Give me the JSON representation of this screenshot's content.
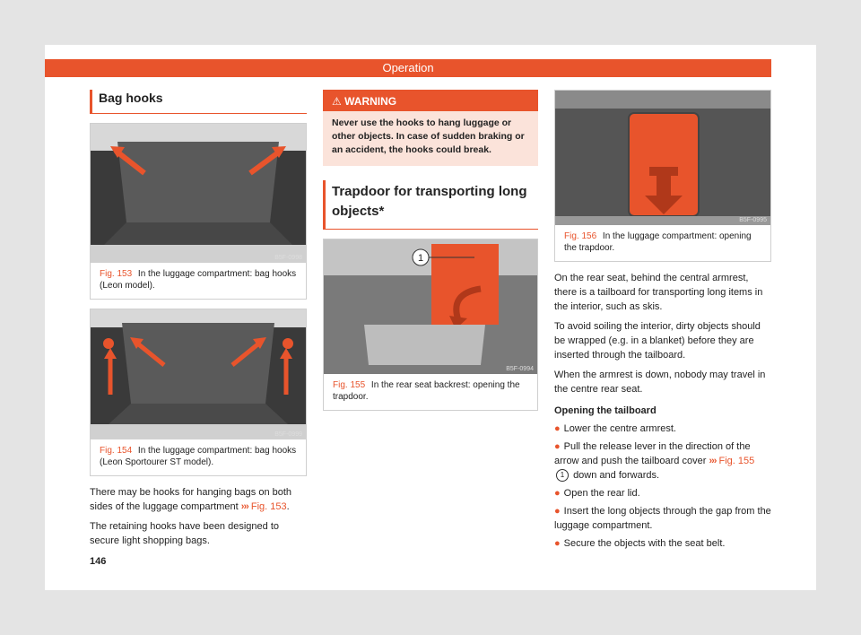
{
  "header": {
    "title": "Operation"
  },
  "left": {
    "title": "Bag hooks",
    "fig153": {
      "num": "Fig. 153",
      "text": "In the luggage compartment: bag hooks (Leon model).",
      "code": "B5F-0998"
    },
    "fig154": {
      "num": "Fig. 154",
      "text": "In the luggage compartment: bag hooks (Leon Sportourer ST model).",
      "code": "B5F-0999"
    },
    "para1_a": "There may be hooks for hanging bags on both sides of the luggage compartment",
    "para1_arrows": "›››",
    "para1_ref": "Fig. 153",
    "para1_end": ".",
    "para2": "The retaining hooks have been designed to secure light shopping bags."
  },
  "middle": {
    "warning_label": "WARNING",
    "warning_text": "Never use the hooks to hang luggage or other objects. In case of sudden braking or an accident, the hooks could break.",
    "title": "Trapdoor for transporting long objects*",
    "fig155": {
      "num": "Fig. 155",
      "text": "In the rear seat backrest: opening the trapdoor.",
      "code": "B5F-0994",
      "callout": "1"
    }
  },
  "right": {
    "fig156": {
      "num": "Fig. 156",
      "text": "In the luggage compartment: opening the trapdoor.",
      "code": "B5F-0995"
    },
    "para1": "On the rear seat, behind the central armrest, there is a tailboard for transporting long items in the interior, such as skis.",
    "para2": "To avoid soiling the interior, dirty objects should be wrapped (e.g. in a blanket) before they are inserted through the tailboard.",
    "para3": "When the armrest is down, nobody may travel in the centre rear seat.",
    "subhead": "Opening the tailboard",
    "b1": "Lower the centre armrest.",
    "b2_a": "Pull the release lever in the direction of the arrow and push the tailboard cover",
    "b2_arrows": "›››",
    "b2_ref": "Fig. 155",
    "b2_num": "1",
    "b2_end": "down and forwards.",
    "b3": "Open the rear lid.",
    "b4": "Insert the long objects through the gap from the luggage compartment.",
    "b5": "Secure the objects with the seat belt."
  },
  "footer": {
    "page_number": "146"
  },
  "colors": {
    "accent": "#e8542c",
    "warning_bg": "#fbe3da"
  }
}
